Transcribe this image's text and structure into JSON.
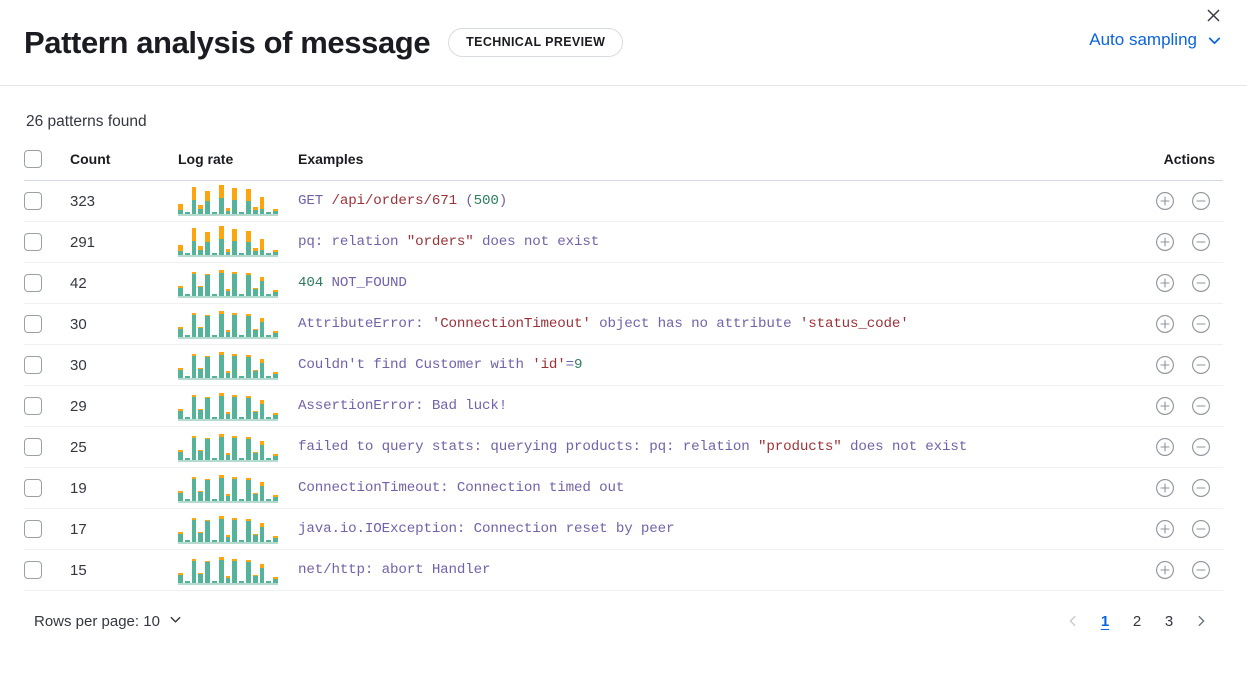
{
  "header": {
    "title": "Pattern analysis of message",
    "badge": "Technical preview",
    "sampling_label": "Auto sampling",
    "chevron_icon": "chevron-down-icon",
    "close_icon": "close-icon"
  },
  "summary": {
    "patterns_found": "26 patterns found"
  },
  "table": {
    "columns": {
      "count": "Count",
      "log_rate": "Log rate",
      "examples": "Examples",
      "actions": "Actions"
    },
    "row_actions": {
      "add_icon": "plus-in-circle-icon",
      "remove_icon": "minus-in-circle-icon"
    },
    "rows": [
      {
        "count": "323",
        "example_parts": [
          {
            "t": "GET ",
            "c": "p"
          },
          {
            "t": "/api/orders/671",
            "c": "s"
          },
          {
            "t": " (",
            "c": "p"
          },
          {
            "t": "500",
            "c": "n"
          },
          {
            "t": ")",
            "c": "p"
          }
        ],
        "spark": [
          {
            "teal": 4,
            "orange": 6
          },
          {
            "teal": 2,
            "orange": 0
          },
          {
            "teal": 14,
            "orange": 13
          },
          {
            "teal": 5,
            "orange": 4
          },
          {
            "teal": 13,
            "orange": 10
          },
          {
            "teal": 2,
            "orange": 0
          },
          {
            "teal": 16,
            "orange": 13
          },
          {
            "teal": 3,
            "orange": 3
          },
          {
            "teal": 14,
            "orange": 12
          },
          {
            "teal": 2,
            "orange": 0
          },
          {
            "teal": 13,
            "orange": 12
          },
          {
            "teal": 4,
            "orange": 3
          },
          {
            "teal": 5,
            "orange": 12
          },
          {
            "teal": 2,
            "orange": 0
          },
          {
            "teal": 3,
            "orange": 2
          }
        ]
      },
      {
        "count": "291",
        "example_parts": [
          {
            "t": "pq: relation ",
            "c": "p"
          },
          {
            "t": "\"orders\"",
            "c": "s"
          },
          {
            "t": " does not exist",
            "c": "p"
          }
        ],
        "spark": [
          {
            "teal": 4,
            "orange": 6
          },
          {
            "teal": 2,
            "orange": 0
          },
          {
            "teal": 14,
            "orange": 13
          },
          {
            "teal": 5,
            "orange": 4
          },
          {
            "teal": 13,
            "orange": 10
          },
          {
            "teal": 2,
            "orange": 0
          },
          {
            "teal": 16,
            "orange": 13
          },
          {
            "teal": 3,
            "orange": 3
          },
          {
            "teal": 14,
            "orange": 12
          },
          {
            "teal": 2,
            "orange": 0
          },
          {
            "teal": 13,
            "orange": 11
          },
          {
            "teal": 4,
            "orange": 3
          },
          {
            "teal": 5,
            "orange": 11
          },
          {
            "teal": 2,
            "orange": 0
          },
          {
            "teal": 3,
            "orange": 2
          }
        ]
      },
      {
        "count": "42",
        "example_parts": [
          {
            "t": "404",
            "c": "n"
          },
          {
            "t": " NOT_FOUND",
            "c": "p"
          }
        ],
        "spark": [
          {
            "teal": 8,
            "orange": 2
          },
          {
            "teal": 2,
            "orange": 0
          },
          {
            "teal": 22,
            "orange": 2
          },
          {
            "teal": 9,
            "orange": 1
          },
          {
            "teal": 21,
            "orange": 1
          },
          {
            "teal": 2,
            "orange": 0
          },
          {
            "teal": 23,
            "orange": 3
          },
          {
            "teal": 5,
            "orange": 2
          },
          {
            "teal": 22,
            "orange": 2
          },
          {
            "teal": 2,
            "orange": 0
          },
          {
            "teal": 21,
            "orange": 2
          },
          {
            "teal": 7,
            "orange": 1
          },
          {
            "teal": 15,
            "orange": 4
          },
          {
            "teal": 2,
            "orange": 0
          },
          {
            "teal": 4,
            "orange": 2
          }
        ]
      },
      {
        "count": "30",
        "example_parts": [
          {
            "t": "AttributeError: ",
            "c": "p"
          },
          {
            "t": "'ConnectionTimeout'",
            "c": "s"
          },
          {
            "t": " object has no attribute ",
            "c": "p"
          },
          {
            "t": "'status_code'",
            "c": "s"
          }
        ],
        "spark": [
          {
            "teal": 8,
            "orange": 2
          },
          {
            "teal": 2,
            "orange": 0
          },
          {
            "teal": 22,
            "orange": 2
          },
          {
            "teal": 9,
            "orange": 1
          },
          {
            "teal": 21,
            "orange": 1
          },
          {
            "teal": 2,
            "orange": 0
          },
          {
            "teal": 23,
            "orange": 3
          },
          {
            "teal": 5,
            "orange": 2
          },
          {
            "teal": 22,
            "orange": 2
          },
          {
            "teal": 2,
            "orange": 0
          },
          {
            "teal": 21,
            "orange": 2
          },
          {
            "teal": 7,
            "orange": 1
          },
          {
            "teal": 15,
            "orange": 4
          },
          {
            "teal": 2,
            "orange": 0
          },
          {
            "teal": 4,
            "orange": 2
          }
        ]
      },
      {
        "count": "30",
        "example_parts": [
          {
            "t": "Couldn't find Customer with ",
            "c": "p"
          },
          {
            "t": "'id'",
            "c": "s"
          },
          {
            "t": "=",
            "c": "p"
          },
          {
            "t": "9",
            "c": "n"
          }
        ],
        "spark": [
          {
            "teal": 8,
            "orange": 2
          },
          {
            "teal": 2,
            "orange": 0
          },
          {
            "teal": 22,
            "orange": 2
          },
          {
            "teal": 9,
            "orange": 1
          },
          {
            "teal": 21,
            "orange": 1
          },
          {
            "teal": 2,
            "orange": 0
          },
          {
            "teal": 23,
            "orange": 3
          },
          {
            "teal": 5,
            "orange": 2
          },
          {
            "teal": 22,
            "orange": 2
          },
          {
            "teal": 2,
            "orange": 0
          },
          {
            "teal": 21,
            "orange": 2
          },
          {
            "teal": 7,
            "orange": 1
          },
          {
            "teal": 15,
            "orange": 4
          },
          {
            "teal": 2,
            "orange": 0
          },
          {
            "teal": 4,
            "orange": 2
          }
        ]
      },
      {
        "count": "29",
        "example_parts": [
          {
            "t": "AssertionError: Bad luck!",
            "c": "p"
          }
        ],
        "spark": [
          {
            "teal": 8,
            "orange": 2
          },
          {
            "teal": 2,
            "orange": 0
          },
          {
            "teal": 22,
            "orange": 2
          },
          {
            "teal": 9,
            "orange": 1
          },
          {
            "teal": 21,
            "orange": 1
          },
          {
            "teal": 2,
            "orange": 0
          },
          {
            "teal": 23,
            "orange": 3
          },
          {
            "teal": 5,
            "orange": 2
          },
          {
            "teal": 22,
            "orange": 2
          },
          {
            "teal": 2,
            "orange": 0
          },
          {
            "teal": 21,
            "orange": 2
          },
          {
            "teal": 7,
            "orange": 1
          },
          {
            "teal": 15,
            "orange": 4
          },
          {
            "teal": 2,
            "orange": 0
          },
          {
            "teal": 4,
            "orange": 2
          }
        ]
      },
      {
        "count": "25",
        "example_parts": [
          {
            "t": "failed to query stats: querying products: pq: relation ",
            "c": "p"
          },
          {
            "t": "\"products\"",
            "c": "s"
          },
          {
            "t": " does not exist",
            "c": "p"
          }
        ],
        "spark": [
          {
            "teal": 8,
            "orange": 2
          },
          {
            "teal": 2,
            "orange": 0
          },
          {
            "teal": 22,
            "orange": 2
          },
          {
            "teal": 9,
            "orange": 1
          },
          {
            "teal": 21,
            "orange": 1
          },
          {
            "teal": 2,
            "orange": 0
          },
          {
            "teal": 23,
            "orange": 3
          },
          {
            "teal": 5,
            "orange": 2
          },
          {
            "teal": 22,
            "orange": 2
          },
          {
            "teal": 2,
            "orange": 0
          },
          {
            "teal": 21,
            "orange": 2
          },
          {
            "teal": 7,
            "orange": 1
          },
          {
            "teal": 15,
            "orange": 4
          },
          {
            "teal": 2,
            "orange": 0
          },
          {
            "teal": 4,
            "orange": 2
          }
        ]
      },
      {
        "count": "19",
        "example_parts": [
          {
            "t": "ConnectionTimeout: Connection timed out",
            "c": "p"
          }
        ],
        "spark": [
          {
            "teal": 8,
            "orange": 2
          },
          {
            "teal": 2,
            "orange": 0
          },
          {
            "teal": 22,
            "orange": 2
          },
          {
            "teal": 9,
            "orange": 1
          },
          {
            "teal": 21,
            "orange": 1
          },
          {
            "teal": 2,
            "orange": 0
          },
          {
            "teal": 23,
            "orange": 3
          },
          {
            "teal": 5,
            "orange": 2
          },
          {
            "teal": 22,
            "orange": 2
          },
          {
            "teal": 2,
            "orange": 0
          },
          {
            "teal": 21,
            "orange": 2
          },
          {
            "teal": 7,
            "orange": 1
          },
          {
            "teal": 15,
            "orange": 4
          },
          {
            "teal": 2,
            "orange": 0
          },
          {
            "teal": 4,
            "orange": 2
          }
        ]
      },
      {
        "count": "17",
        "example_parts": [
          {
            "t": "java.io.IOException: Connection reset by peer",
            "c": "p"
          }
        ],
        "spark": [
          {
            "teal": 8,
            "orange": 2
          },
          {
            "teal": 2,
            "orange": 0
          },
          {
            "teal": 22,
            "orange": 2
          },
          {
            "teal": 9,
            "orange": 1
          },
          {
            "teal": 21,
            "orange": 1
          },
          {
            "teal": 2,
            "orange": 0
          },
          {
            "teal": 23,
            "orange": 3
          },
          {
            "teal": 5,
            "orange": 2
          },
          {
            "teal": 22,
            "orange": 2
          },
          {
            "teal": 2,
            "orange": 0
          },
          {
            "teal": 21,
            "orange": 2
          },
          {
            "teal": 7,
            "orange": 1
          },
          {
            "teal": 15,
            "orange": 4
          },
          {
            "teal": 2,
            "orange": 0
          },
          {
            "teal": 4,
            "orange": 2
          }
        ]
      },
      {
        "count": "15",
        "example_parts": [
          {
            "t": "net/http: abort Handler",
            "c": "p"
          }
        ],
        "spark": [
          {
            "teal": 8,
            "orange": 2
          },
          {
            "teal": 2,
            "orange": 0
          },
          {
            "teal": 22,
            "orange": 2
          },
          {
            "teal": 9,
            "orange": 1
          },
          {
            "teal": 21,
            "orange": 1
          },
          {
            "teal": 2,
            "orange": 0
          },
          {
            "teal": 23,
            "orange": 3
          },
          {
            "teal": 5,
            "orange": 2
          },
          {
            "teal": 22,
            "orange": 2
          },
          {
            "teal": 2,
            "orange": 0
          },
          {
            "teal": 21,
            "orange": 2
          },
          {
            "teal": 7,
            "orange": 1
          },
          {
            "teal": 15,
            "orange": 4
          },
          {
            "teal": 2,
            "orange": 0
          },
          {
            "teal": 4,
            "orange": 2
          }
        ]
      }
    ]
  },
  "footer": {
    "rows_per_page": "Rows per page: 10",
    "chevron_icon": "chevron-down-icon",
    "prev_icon": "chevron-left-icon",
    "next_icon": "chevron-right-icon",
    "pages": [
      "1",
      "2",
      "3"
    ],
    "active_page": "1"
  },
  "colors": {
    "accent": "#0b64dd",
    "spark_teal": "#54b399",
    "spark_orange": "#fda50f",
    "text": "#343741"
  }
}
